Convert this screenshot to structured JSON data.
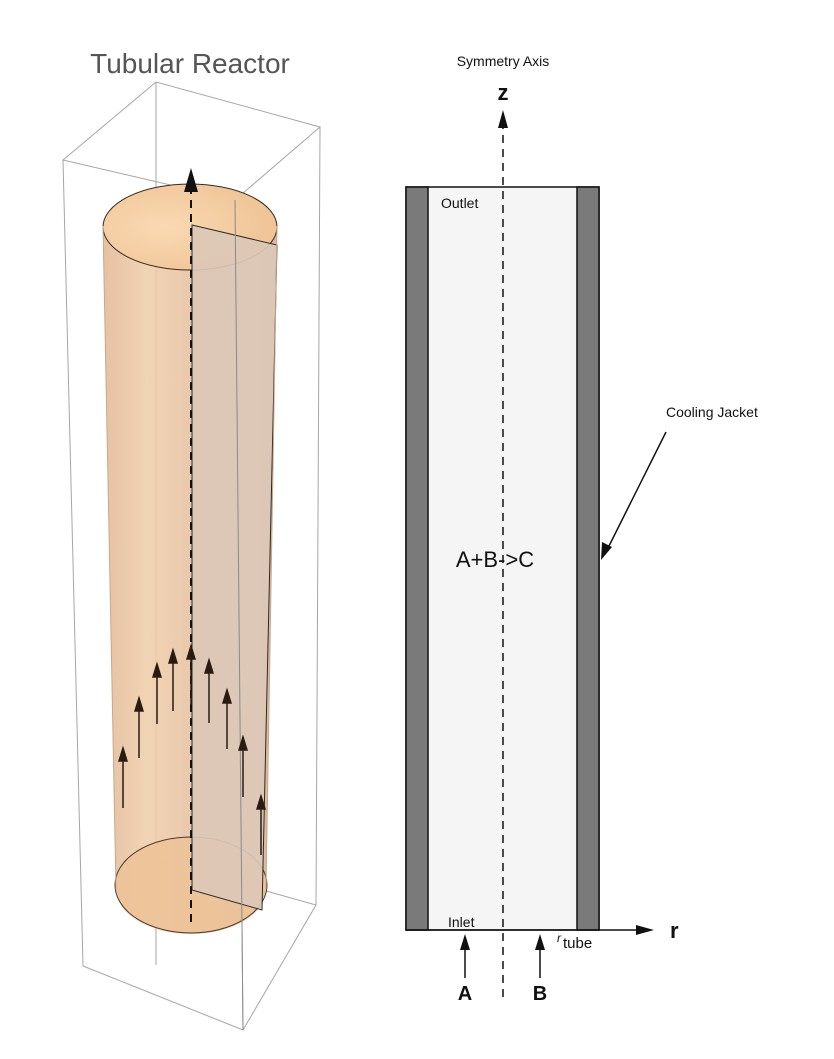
{
  "left_panel": {
    "title": "Tubular Reactor"
  },
  "right_panel": {
    "symmetry_axis_label": "Symmetry Axis",
    "z_axis_label": "z",
    "r_axis_label": "r",
    "outlet_label": "Outlet",
    "inlet_label": "Inlet",
    "reaction_label": "A+B->C",
    "cooling_jacket_label": "Cooling Jacket",
    "r_tube_symbol": "r",
    "r_tube_subscript": "tube",
    "feed_a_label": "A",
    "feed_b_label": "B"
  },
  "colors": {
    "cylinder_fill": "#f1c79a",
    "cylinder_edge": "#d8b090",
    "cut_plane_fill": "#ddc6b4",
    "jacket_fill": "#7a7a7a",
    "channel_fill": "#f5f5f5",
    "box_edge": "#9a9a9a",
    "arrow_color": "#2a1a10",
    "title_color": "#555555"
  }
}
